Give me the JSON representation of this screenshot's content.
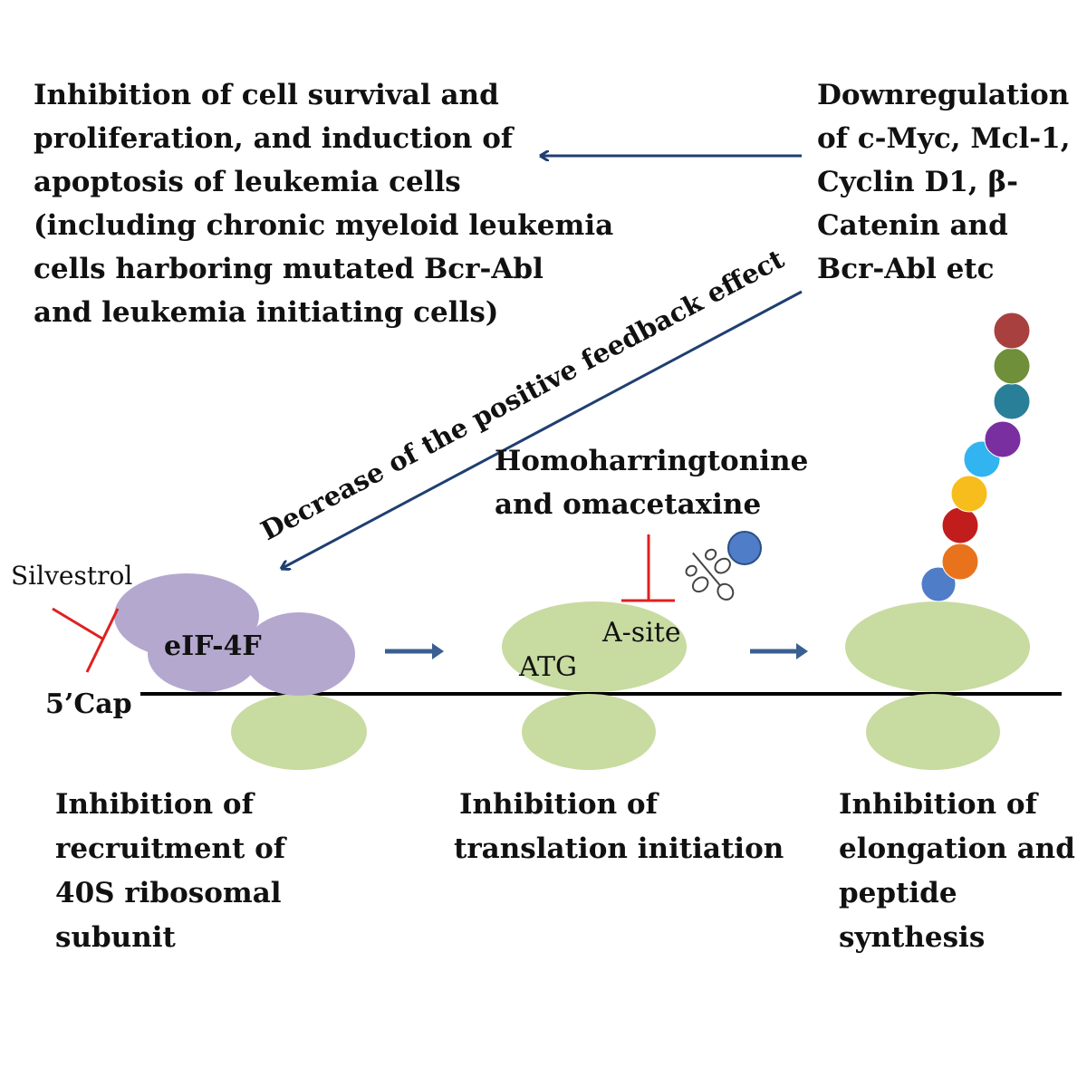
{
  "top_left_text": [
    "Inhibition of cell survival and",
    "proliferation, and induction of",
    "apoptosis of leukemia cells",
    "(including chronic myeloid leukemia",
    "cells harboring mutated Bcr-Abl",
    "and leukemia initiating cells)"
  ],
  "top_right_text": [
    "Downregulation",
    "of  c-Myc, Mcl-1,",
    "Cyclin D1, β-",
    "Catenin and",
    "Bcr-Abl etc"
  ],
  "diagonal_label": "Decrease of the positive feedback effect",
  "drug_right_text": [
    "Homoharringtonine",
    "and omacetaxine"
  ],
  "silvestrol_label": "Silvestrol",
  "cap_label": "5’Cap",
  "eif_label": "eIF-4F",
  "atg_label": "ATG",
  "asite_label": "A-site",
  "bottom_texts": {
    "left": [
      "Inhibition  of",
      "recruitment of",
      "40S ribosomal",
      "subunit"
    ],
    "middle": [
      "Inhibition of",
      "translation initiation"
    ],
    "right": [
      "Inhibition of",
      "elongation and",
      "peptide",
      "synthesis"
    ]
  },
  "colors": {
    "arrow": "#1f3f70",
    "step_arrow": "#3a5f91",
    "inhibitor": "#e02020",
    "ribosome": "#c8dba1",
    "eif4f": "#b5a8cf",
    "mrna": "#000000"
  },
  "peptide_bead_colors": [
    "#4f7dc7",
    "#e8731c",
    "#c21d1d",
    "#f7bd1c",
    "#31b4ef",
    "#7a2fa0",
    "#2a7f98",
    "#6f8f3a",
    "#a84040"
  ]
}
